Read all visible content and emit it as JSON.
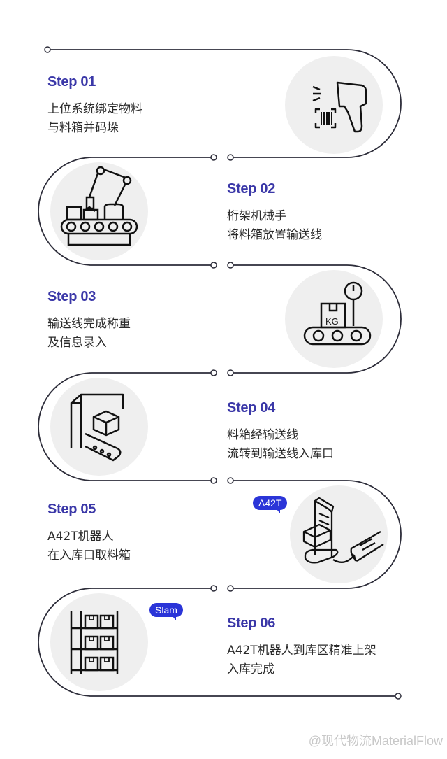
{
  "steps": [
    {
      "title": "Step 01",
      "lines": [
        "上位系统绑定物料",
        "与料箱并码垛"
      ],
      "icon": "barcode-scanner-icon"
    },
    {
      "title": "Step 02",
      "lines": [
        "桁架机械手",
        "将料箱放置输送线"
      ],
      "icon": "robot-arm-conveyor-icon"
    },
    {
      "title": "Step 03",
      "lines": [
        "输送线完成称重",
        "及信息录入"
      ],
      "icon": "weighing-scale-icon"
    },
    {
      "title": "Step 04",
      "lines": [
        "料箱经输送线",
        "流转到输送线入库口"
      ],
      "icon": "conveyor-gate-icon"
    },
    {
      "title": "Step 05",
      "lines": [
        "A42T机器人",
        "在入库口取料箱"
      ],
      "icon": "robot-pickup-icon",
      "badge": "A42T"
    },
    {
      "title": "Step 06",
      "lines": [
        "A42T机器人到库区精准上架",
        "入库完成"
      ],
      "icon": "storage-rack-icon",
      "badge": "Slam"
    }
  ],
  "watermark": "@现代物流MaterialFlow",
  "colors": {
    "accent": "#3b38a8",
    "badge": "#2b35d8",
    "line": "#2d2d3a"
  }
}
